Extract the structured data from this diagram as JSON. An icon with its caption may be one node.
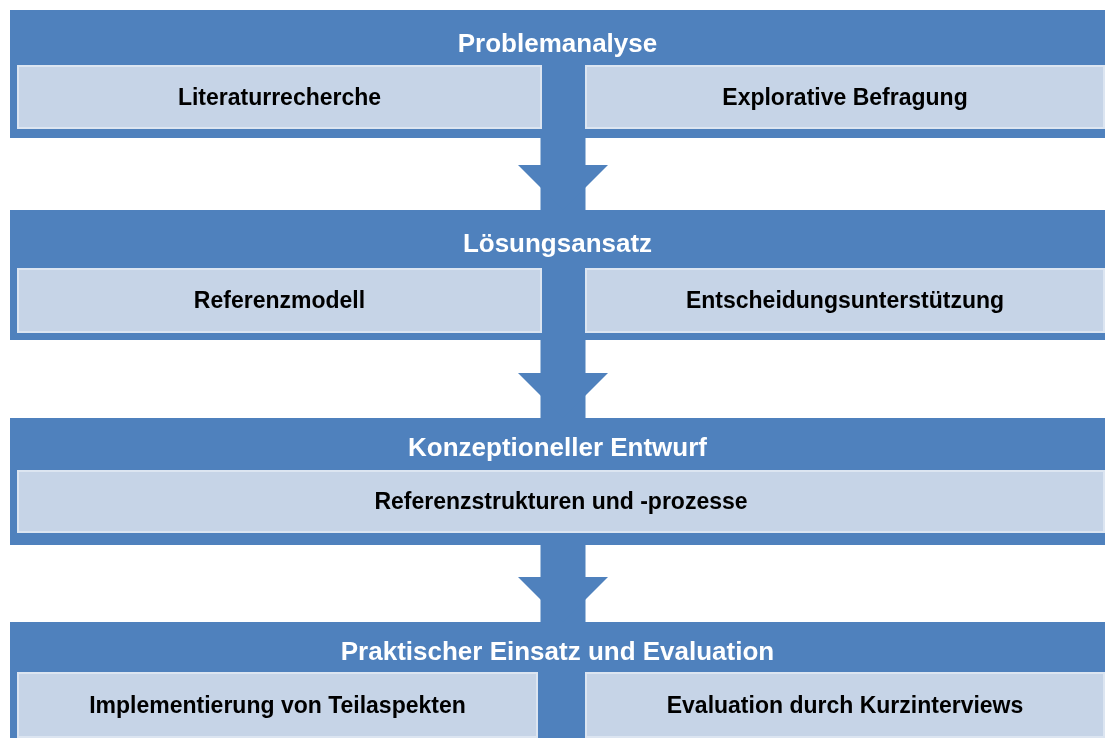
{
  "diagram": {
    "nodes": [
      {
        "text": [
          "Problemanalyse"
        ]
      },
      {
        "text": [
          "Literaturrecherche"
        ],
        "in": 0
      },
      {
        "text": [
          "Explorative Befragung"
        ],
        "in": 0
      },
      {
        "text": [
          "Lösungsansatz"
        ]
      },
      {
        "text": [
          "Referenzmodell"
        ],
        "in": 3
      },
      {
        "text": [
          "Entscheidungsunterstützung"
        ],
        "in": 3
      },
      {
        "text": [
          "Konzeptioneller Entwurf"
        ]
      },
      {
        "text": [
          "Referenzstrukturen und -prozesse"
        ],
        "in": 6
      },
      {
        "text": [
          "Praktischer Einsatz und Evaluation"
        ]
      },
      {
        "text": [
          "Implementierung von Teilaspekten"
        ],
        "in": 8
      },
      {
        "text": [
          "Evaluation durch Kurzinterviews"
        ],
        "in": 8
      }
    ],
    "edges": [
      {
        "from": 0,
        "to": 3,
        "arrow": "to"
      },
      {
        "from": 3,
        "to": 6,
        "arrow": "to"
      },
      {
        "from": 6,
        "to": 8,
        "arrow": "to"
      }
    ]
  }
}
